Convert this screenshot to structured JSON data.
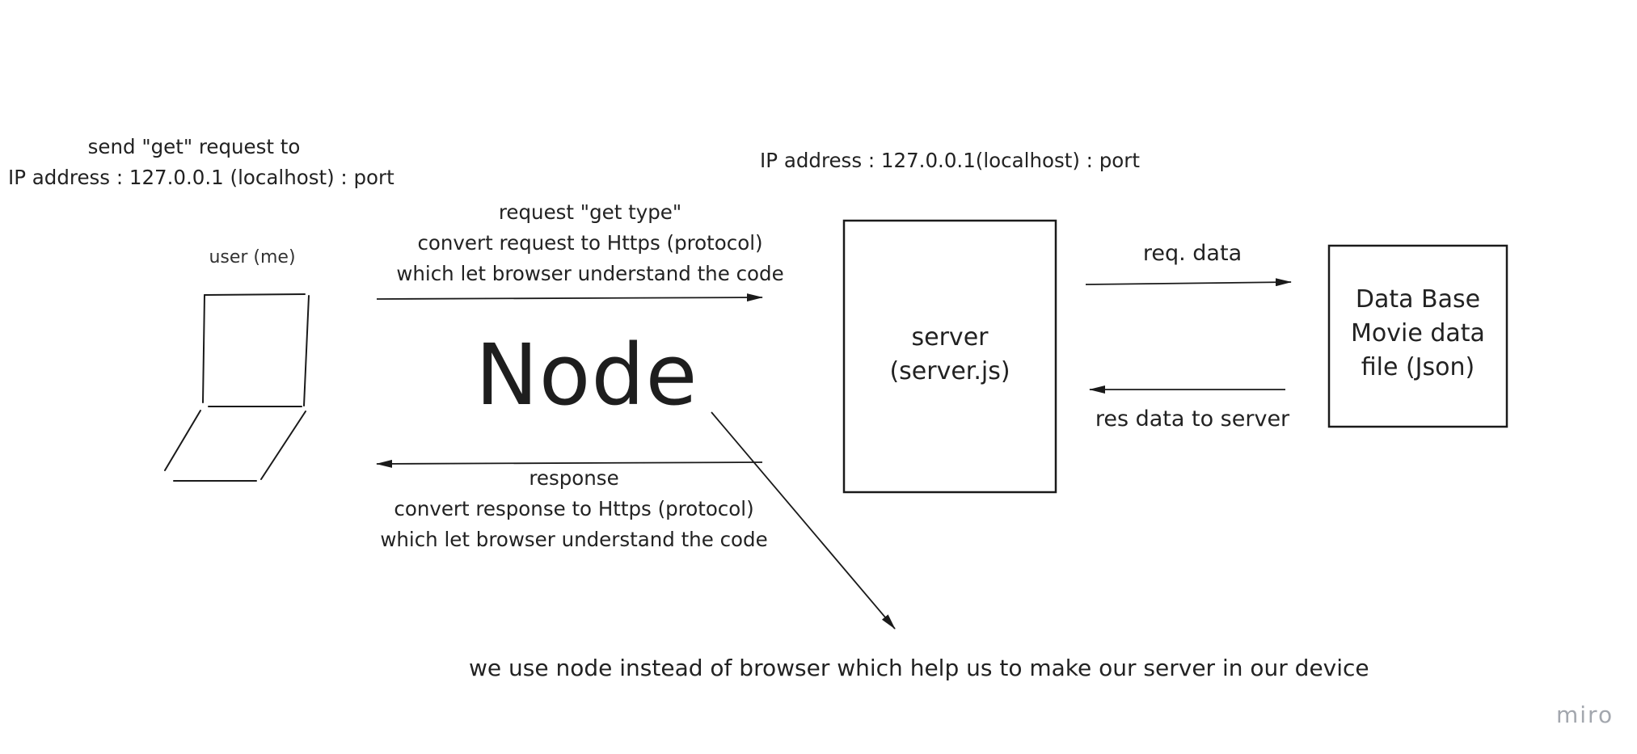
{
  "diagram": {
    "left_note": {
      "line1": "send \"get\" request to",
      "line2": "IP address : 127.0.0.1 (localhost) : port"
    },
    "server_address": "IP address : 127.0.0.1(localhost) : port",
    "user_label": "user (me)",
    "request": {
      "line1": "request \"get type\"",
      "line2": "convert request to  Https (protocol)",
      "line3": "which let browser understand the code"
    },
    "node_label": "Node",
    "response": {
      "line1": "response",
      "line2": "convert response to  Https (protocol)",
      "line3": "which let browser understand the code"
    },
    "server_box": {
      "line1": "server",
      "line2": "(server.js)"
    },
    "req_data": "req. data",
    "res_data": "res data to server",
    "database_box": {
      "line1": "Data Base",
      "line2": "Movie data",
      "line3": "file (Json)"
    },
    "footer_note": "we use node instead of browser which help us to make our server in our device"
  },
  "logo": "miro",
  "colors": {
    "stroke": "#1a1a1a",
    "text": "#222222",
    "logo": "#a3a7ae",
    "background": "#ffffff"
  },
  "icons": [
    "laptop-icon"
  ]
}
